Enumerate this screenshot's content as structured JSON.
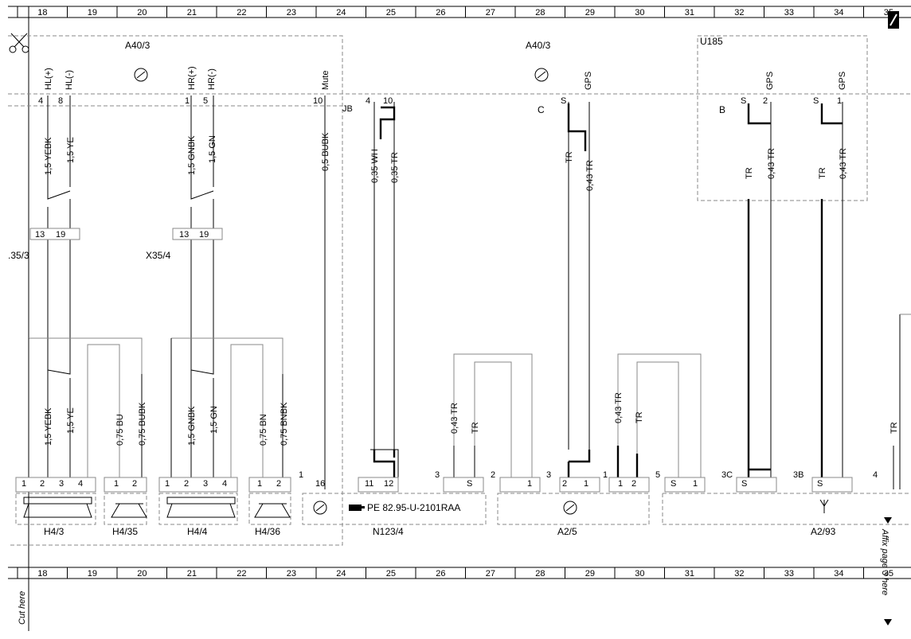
{
  "grid_numbers": [
    "18",
    "19",
    "20",
    "21",
    "22",
    "23",
    "24",
    "25",
    "26",
    "27",
    "28",
    "29",
    "30",
    "31",
    "32",
    "33",
    "34",
    "35"
  ],
  "modules": {
    "a40_left": "A40/3",
    "a40_right": "A40/3",
    "u185": "U185"
  },
  "pins_top": {
    "hl_plus": "HL(+)",
    "hl_minus": "HL(-)",
    "hr_plus": "HR(+)",
    "hr_minus": "HR(-)",
    "mute": "Mute",
    "gps1": "GPS",
    "gps2": "GPS",
    "gps3": "GPS",
    "p4": "4",
    "p8": "8",
    "p1": "1",
    "p5": "5",
    "p10": "10",
    "jb": "JB",
    "p4b": "4",
    "p10b": "10",
    "c": "C",
    "s1": "S",
    "b": "B",
    "s2": "S",
    "p2": "2",
    "s3": "S",
    "p1b": "1"
  },
  "wires_upper": {
    "w1": "1,5 YEBK",
    "w2": "1,5 YE",
    "w3": "1,5 GNBK",
    "w4": "1,5 GN",
    "w5": "0,5 BUBK",
    "w6": "0,35 WH",
    "w7": "0,35 TR",
    "w8": "TR",
    "w9": "0,43 TR",
    "w10": "TR",
    "w11": "0,43 TR",
    "w12": "TR",
    "w13": "0,43 TR"
  },
  "connectors": {
    "c1_p1": "13",
    "c1_p2": "19",
    "c1_label": ".35/3",
    "c2_p1": "13",
    "c2_p2": "19",
    "c2_label": "X35/4"
  },
  "wires_lower": {
    "w1": "1,5 YEBK",
    "w2": "1,5 YE",
    "w3": "0,75 BU",
    "w4": "0,75 BUBK",
    "w5": "1,5 GNBK",
    "w6": "1,5 GN",
    "w7": "0,75 BN",
    "w8": "0,75 BNBK",
    "w9": "0,43 TR",
    "w10": "TR",
    "w11": "0,43 TR",
    "w12": "TR",
    "w13": "TR"
  },
  "pins_bottom": {
    "h43": [
      "1",
      "2",
      "3",
      "4"
    ],
    "h435": [
      "1",
      "2"
    ],
    "h44": [
      "1",
      "2",
      "3",
      "4"
    ],
    "h436": [
      "1",
      "2"
    ],
    "n123_1": "1",
    "n123_16": "16",
    "n123_11": "11",
    "n123_12": "12",
    "a25_3": "3",
    "a25_s": "S",
    "a25_2": "2",
    "a25_1": "1",
    "a25_3b": "3",
    "a25_2b": "2",
    "a25_1b": "1",
    "a293_1": "1",
    "a293_1b": "1",
    "a293_2": "2",
    "a293_5": "5",
    "a293_s": "S",
    "a293_1c": "1",
    "a293_3c": "3C",
    "a293_s2": "S",
    "a293_3b": "3B",
    "a293_s3": "S",
    "a293_4": "4"
  },
  "components": {
    "h43": "H4/3",
    "h435": "H4/35",
    "h44": "H4/4",
    "h436": "H4/36",
    "n1234": "N123/4",
    "a25": "A2/5",
    "a293": "A2/93",
    "ref": "PE 82.95-U-2101RAA"
  },
  "margin": {
    "cut_here": "Cut here",
    "affix": "Affix page 3 here"
  }
}
